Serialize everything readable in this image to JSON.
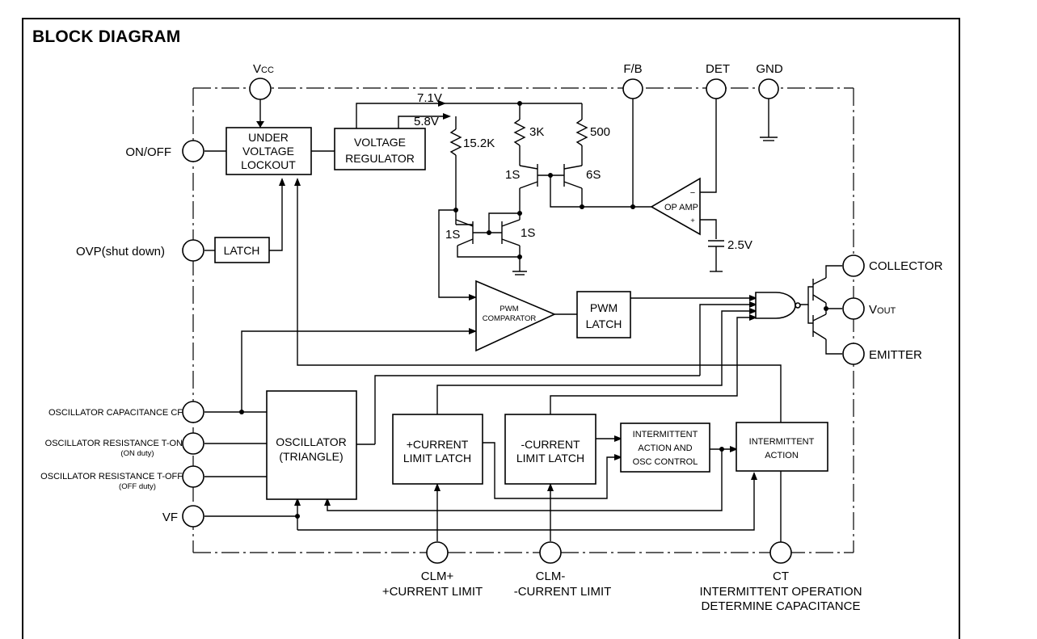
{
  "title": "BLOCK DIAGRAM",
  "pins": {
    "vcc_main": "V",
    "vcc_sub": "CC",
    "fb": "F/B",
    "det": "DET",
    "gnd": "GND",
    "on_off": "ON/OFF",
    "ovp": "OVP(shut down)",
    "collector": "COLLECTOR",
    "vout_main": "V",
    "vout_sub": "OUT",
    "emitter": "EMITTER",
    "osc_cap": "OSCILLATOR CAPACITANCE CF",
    "osc_res_on": "OSCILLATOR RESISTANCE T-ON",
    "osc_res_on_sub": "(ON duty)",
    "osc_res_off": "OSCILLATOR RESISTANCE T-OFF",
    "osc_res_off_sub": "(OFF duty)",
    "vf": "VF",
    "clm_plus": "CLM+",
    "clm_plus_desc": "+CURRENT LIMIT",
    "clm_minus": "CLM-",
    "clm_minus_desc": "-CURRENT LIMIT",
    "ct": "CT",
    "ct_desc_1": "INTERMITTENT OPERATION",
    "ct_desc_2": "DETERMINE CAPACITANCE"
  },
  "blocks": {
    "uvlo_1": "UNDER",
    "uvlo_2": "VOLTAGE",
    "uvlo_3": "LOCKOUT",
    "vreg_1": "VOLTAGE",
    "vreg_2": "REGULATOR",
    "latch": "LATCH",
    "pwm_comp_1": "PWM",
    "pwm_comp_2": "COMPARATOR",
    "pwm_latch_1": "PWM",
    "pwm_latch_2": "LATCH",
    "op_amp": "OP AMP",
    "osc_1": "OSCILLATOR",
    "osc_2": "(TRIANGLE)",
    "plus_cl_1": "+CURRENT",
    "plus_cl_2": "LIMIT LATCH",
    "minus_cl_1": "-CURRENT",
    "minus_cl_2": "LIMIT LATCH",
    "int_osc_1": "INTERMITTENT",
    "int_osc_2": "ACTION AND",
    "int_osc_3": "OSC CONTROL",
    "int_act_1": "INTERMITTENT",
    "int_act_2": "ACTION"
  },
  "components": {
    "v71": "7.1V",
    "v58": "5.8V",
    "r152": "15.2K",
    "r3k": "3K",
    "r500": "500",
    "t1s_a": "1S",
    "t6s": "6S",
    "t1s_b": "1S",
    "t1s_c": "1S",
    "v25": "2.5V",
    "minus": "−",
    "plus": "+"
  }
}
